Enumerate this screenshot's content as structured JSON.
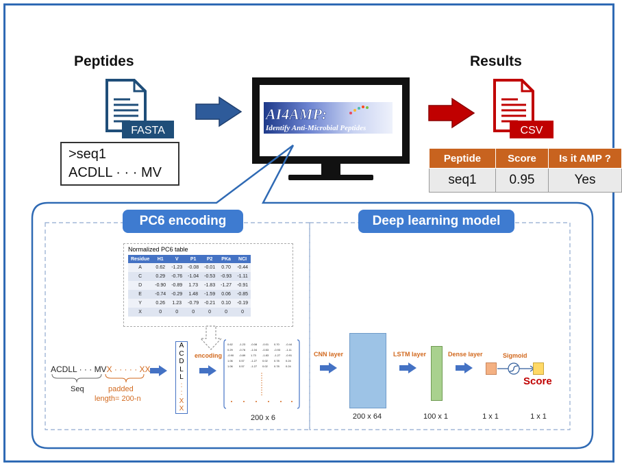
{
  "input": {
    "title": "Peptides",
    "file_badge": "FASTA",
    "seq_line1": ">seq1",
    "seq_line2": "ACDLL · · · MV"
  },
  "monitor": {
    "banner_title": "AI4AMP:",
    "banner_subtitle": "Identify Anti-Microbial Peptides"
  },
  "output": {
    "title": "Results",
    "file_badge": "CSV",
    "headers": [
      "Peptide",
      "Score",
      "Is it AMP ?"
    ],
    "row": [
      "seq1",
      "0.95",
      "Yes"
    ]
  },
  "pc6": {
    "heading": "PC6 encoding",
    "table_title": "Normalized PC6 table",
    "columns": [
      "Residue",
      "H1",
      "V",
      "P1",
      "P2",
      "PKa",
      "NCI"
    ],
    "rows": [
      [
        "A",
        "0.62",
        "-1.23",
        "-0.08",
        "-0.01",
        "0.70",
        "-0.44"
      ],
      [
        "C",
        "0.29",
        "-0.76",
        "-1.04",
        "-0.53",
        "-0.93",
        "-1.11"
      ],
      [
        "D",
        "-0.90",
        "-0.89",
        "1.73",
        "-1.83",
        "-1.27",
        "-0.91"
      ],
      [
        "E",
        "-0.74",
        "-0.29",
        "1.48",
        "-1.59",
        "0.06",
        "-0.85"
      ],
      [
        "Y",
        "0.26",
        "1.23",
        "-0.79",
        "-0.21",
        "0.10",
        "-0.19"
      ],
      [
        "X",
        "0",
        "0",
        "0",
        "0",
        "0",
        "0"
      ]
    ],
    "seq_text": "ACDLL · · · MV",
    "pad_text": "X · · · · · XX",
    "seq_label": "Seq",
    "padded_label": "padded",
    "length_label": "length= 200-n",
    "encoding_label": "encoding",
    "vertical_letters": [
      "A",
      "C",
      "D",
      "L",
      "L",
      ":",
      ":",
      "X",
      "X"
    ],
    "matrix_rows": [
      [
        "0.62",
        "-1.23",
        "-0.08",
        "-0.01",
        "0.70",
        "-0.44"
      ],
      [
        "0.29",
        "-0.76",
        "-1.04",
        "-0.53",
        "-0.93",
        "-1.11"
      ],
      [
        "-0.90",
        "-0.89",
        "1.73",
        "-1.83",
        "-1.27",
        "-0.91"
      ],
      [
        "1.06",
        "0.57",
        "-1.27",
        "0.02",
        "0.78",
        "0.24"
      ],
      [
        "1.06",
        "0.57",
        "-1.27",
        "0.02",
        "0.78",
        "0.24"
      ]
    ],
    "matrix_dim": "200 x 6"
  },
  "dl": {
    "heading": "Deep learning model",
    "cnn_label": "CNN layer",
    "lstm_label": "LSTM layer",
    "dense_label": "Dense layer",
    "sigmoid_label": "Sigmoid",
    "score_label": "Score",
    "dim_cnn": "200 x 64",
    "dim_lstm": "100 x 1",
    "dim_dense": "1 x 1",
    "dim_out": "1 x 1"
  },
  "colors": {
    "frame": "#2f6ab4",
    "blue_arrow": "#2e5b9a",
    "red_arrow": "#c00000",
    "doc_blue": "#1f4e79",
    "doc_red": "#c00000",
    "header_orange": "#c8631f",
    "pill_blue": "#3e7bd0",
    "cnn": "#9dc3e6",
    "lstm": "#a9d18e",
    "dense": "#f4b183",
    "out": "#ffd966",
    "score": "#c00000"
  }
}
